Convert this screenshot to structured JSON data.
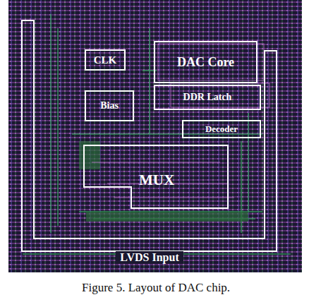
{
  "diagram": {
    "caption": "Figure 5. Layout of DAC chip.",
    "nodes": [
      {
        "text": [
          "LVDS Input"
        ]
      },
      {
        "text": [
          "CLK"
        ]
      },
      {
        "text": [
          "Bias"
        ]
      },
      {
        "text": [
          "DAC Core"
        ]
      },
      {
        "text": [
          "DDR Latch"
        ]
      },
      {
        "text": [
          "Decoder"
        ]
      },
      {
        "text": [
          "MUX"
        ]
      }
    ]
  }
}
